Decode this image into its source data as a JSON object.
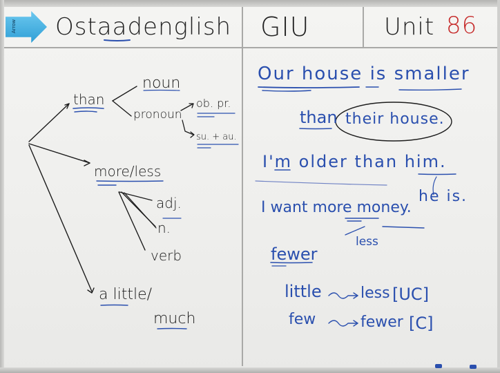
{
  "magnet": {
    "label": "Arrow"
  },
  "header": {
    "site": "Ostaadenglish",
    "course": "GIU",
    "unit_word": "Unit",
    "unit_number": "86"
  },
  "left": {
    "than": "than",
    "noun": "noun",
    "pronoun": "pronoun",
    "ob_pr": "ob. pr.",
    "su_au": "su. + au.",
    "more_less": "more/less",
    "adj": "adj.",
    "n": "n.",
    "verb": "verb",
    "a_little": "a little/",
    "much": "much"
  },
  "right": {
    "line1": "Our house is smaller",
    "line2_than": "than",
    "line2_their": "their house.",
    "line3": "I'm older than him.",
    "line3b": "he is.",
    "line4": "I want more money.",
    "line4b": "less",
    "fewer": "fewer",
    "little_row": [
      "little",
      "less",
      "[UC]"
    ],
    "few_row": [
      "few",
      "fewer",
      "[C]"
    ]
  },
  "colors": {
    "black_ink": "#1c1c1c",
    "blue_ink": "#2a4fae",
    "red_ink": "#c62a2a",
    "magnet": "#3aaee0"
  }
}
